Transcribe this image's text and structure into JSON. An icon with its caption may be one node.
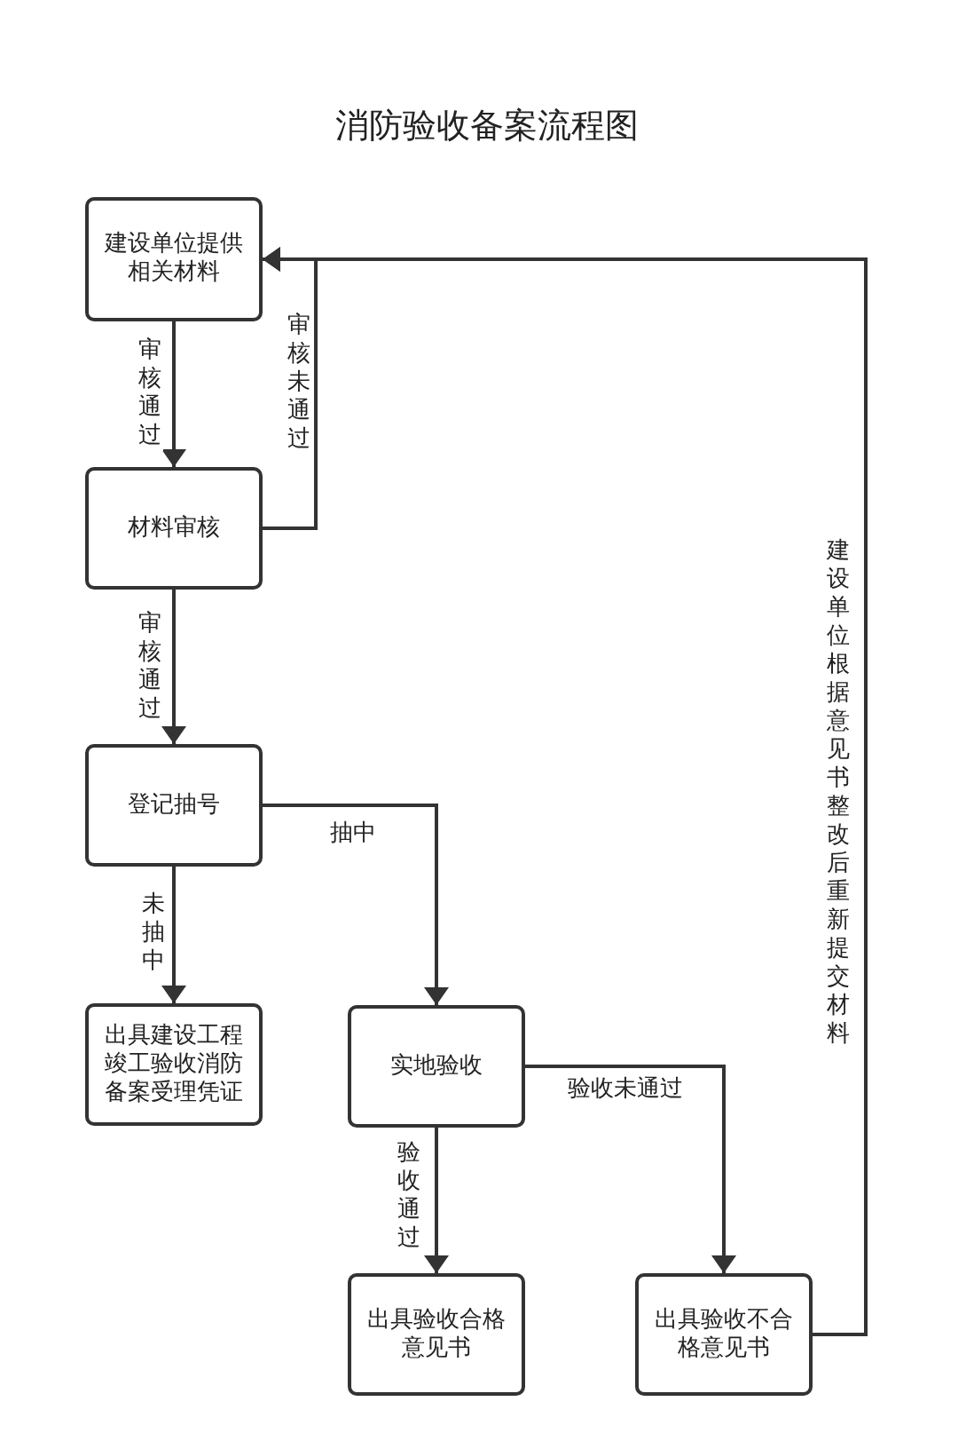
{
  "diagram": {
    "title": "消防验收备案流程图",
    "nodes": [
      {
        "text": [
          "建设单位提供相关材料"
        ]
      },
      {
        "text": [
          "材料审核"
        ]
      },
      {
        "text": [
          "登记抽号"
        ]
      },
      {
        "text": [
          "出具建设工程竣工验收消防备案受理凭证"
        ]
      },
      {
        "text": [
          "实地验收"
        ]
      },
      {
        "text": [
          "出具验收合格意见书"
        ]
      },
      {
        "text": [
          "出具验收不合格意见书"
        ]
      }
    ],
    "edges": [
      {
        "from": 0,
        "to": 1,
        "arrow": "to",
        "label": "审核通过"
      },
      {
        "from": 1,
        "to": 0,
        "arrow": "to",
        "label": "审核未通过"
      },
      {
        "from": 1,
        "to": 2,
        "arrow": "to",
        "label": "审核通过"
      },
      {
        "from": 2,
        "to": 3,
        "arrow": "to",
        "label": "未抽中"
      },
      {
        "from": 2,
        "to": 4,
        "arrow": "to",
        "label": "抽中"
      },
      {
        "from": 4,
        "to": 5,
        "arrow": "to",
        "label": "验收通过"
      },
      {
        "from": 4,
        "to": 6,
        "arrow": "to",
        "label": "验收未通过"
      },
      {
        "from": 6,
        "to": 0,
        "arrow": "to",
        "label": "建设单位根据意见书整改后重新提交材料"
      }
    ]
  }
}
